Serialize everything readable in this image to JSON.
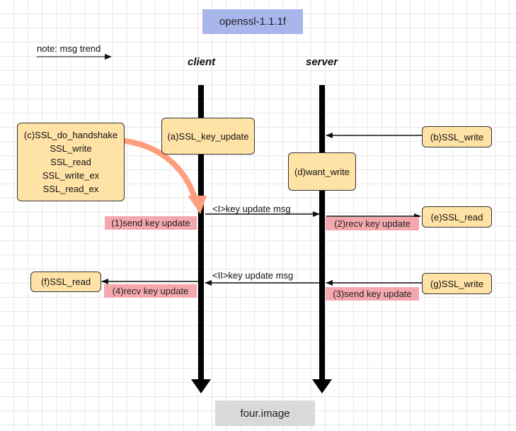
{
  "title": "openssl-1.1.1f",
  "footer": "four.image",
  "note": "note: msg trend",
  "actors": {
    "client": "client",
    "server": "server"
  },
  "boxes": {
    "a": "(a)SSL_key_update",
    "b": "(b)SSL_write",
    "c": [
      "(c)SSL_do_handshake",
      "SSL_write",
      "SSL_read",
      "SSL_write_ex",
      "SSL_read_ex"
    ],
    "d": "(d)want_write",
    "e": "(e)SSL_read",
    "f": "(f)SSL_read",
    "g": "(g)SSL_write"
  },
  "labels": {
    "l1": "(1)send key update",
    "l2": "(2)recv key update",
    "l3": "(3)send key update",
    "l4": "(4)recv key update"
  },
  "messages": {
    "m1": "<I>key update msg",
    "m2": "<II>key update msg"
  },
  "colors": {
    "box_fill": "#ffe2a6",
    "label_fill": "#f4a8ae",
    "title_fill": "#a9b6ec",
    "footer_fill": "#d9d9d9",
    "curved_arrow": "#ff9e7e"
  }
}
